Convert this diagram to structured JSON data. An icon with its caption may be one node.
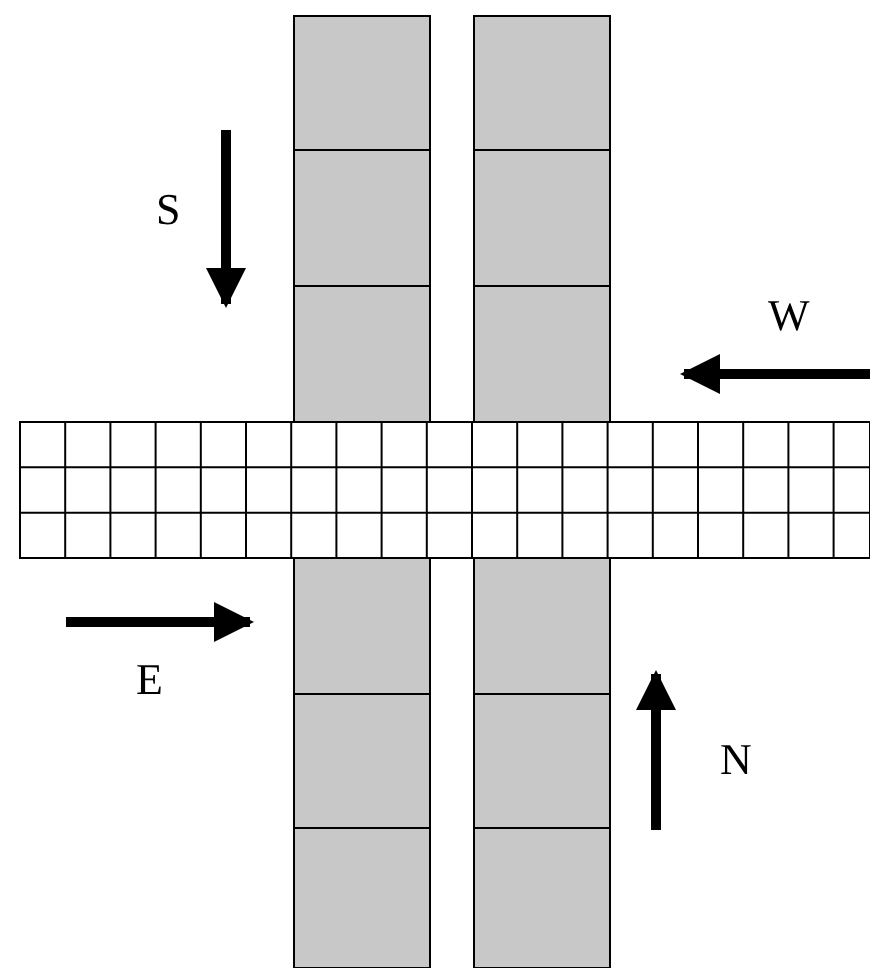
{
  "diagram": {
    "labels": [
      "S",
      "W",
      "E",
      "N"
    ]
  }
}
